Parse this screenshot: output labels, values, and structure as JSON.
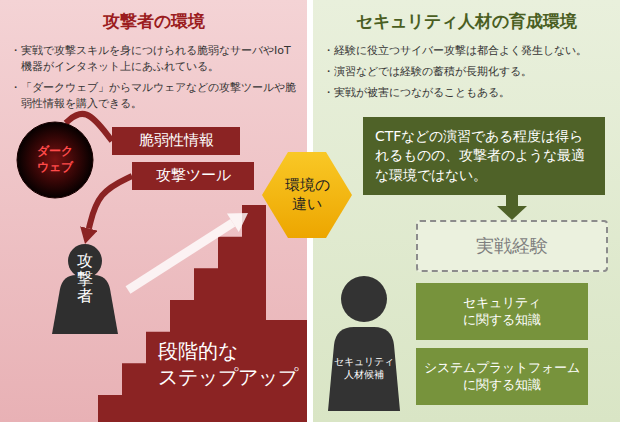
{
  "diagram": {
    "nodes": [
      {
        "text": [
          "攻撃者の環境",
          "・実戦で攻撃スキルを身につけられる脆弱なサーバやIoT機器がインタネット上にあふれている。",
          "・「ダークウェブ」からマルウェアなどの攻撃ツールや脆弱性情報を購入できる。"
        ]
      },
      {
        "text": [
          "ダーク ウェブ"
        ],
        "in": 0
      },
      {
        "text": [
          "脆弱性情報"
        ],
        "in": 0
      },
      {
        "text": [
          "攻撃ツール"
        ],
        "in": 0
      },
      {
        "text": [
          "攻撃者"
        ],
        "in": 0
      },
      {
        "text": [
          "段階的な ステップアップ"
        ],
        "in": 0
      },
      {
        "text": [
          "環境の 違い"
        ]
      },
      {
        "text": [
          "セキュリティ人材の育成環境",
          "・経験に役立つサイバー攻撃は都合よく発生しない。",
          "・演習などでは経験の蓄積が長期化する。",
          "・実戦が被害につながることもある。"
        ]
      },
      {
        "text": [
          "CTFなどの演習である程度は得られるものの、攻撃者のような最適な環境ではない。"
        ],
        "in": 7
      },
      {
        "text": [
          "実戦経験"
        ],
        "in": 7
      },
      {
        "text": [
          "セキュリティ に関する知識"
        ],
        "in": 7
      },
      {
        "text": [
          "システムプラットフォーム に関する知識"
        ],
        "in": 7
      },
      {
        "text": [
          "セキュリティ 人材候補"
        ],
        "in": 7
      }
    ],
    "edges": [
      {
        "from": 1,
        "to": 2,
        "arrow": "none"
      },
      {
        "from": 3,
        "to": 4,
        "arrow": "to"
      },
      {
        "from": 8,
        "to": 9,
        "arrow": "to"
      }
    ]
  }
}
